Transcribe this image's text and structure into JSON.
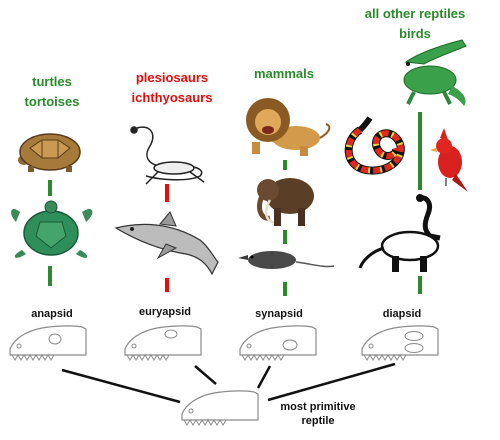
{
  "groups": {
    "anapsid_taxa": [
      "turtles",
      "tortoises"
    ],
    "euryapsid_taxa": [
      "plesiosaurs",
      "ichthyosaurs"
    ],
    "synapsid_taxa": [
      "mammals"
    ],
    "diapsid_taxa": [
      "all other reptiles",
      "birds"
    ]
  },
  "skulls": {
    "anapsid": "anapsid",
    "euryapsid": "euryapsid",
    "synapsid": "synapsid",
    "diapsid": "diapsid"
  },
  "root": {
    "line1": "most primitive",
    "line2": "reptile"
  },
  "colors": {
    "living_lineage": "#2b8a2b",
    "extinct_lineage": "#e01010",
    "connector": "#111111"
  },
  "icons": [
    "tortoise-icon",
    "sea-turtle-icon",
    "plesiosaur-icon",
    "ichthyosaur-icon",
    "lion-icon",
    "mammoth-icon",
    "shrew-icon",
    "alligator-icon",
    "coral-snake-icon",
    "cardinal-bird-icon",
    "sauropod-dinosaur-icon",
    "skull-icon"
  ]
}
